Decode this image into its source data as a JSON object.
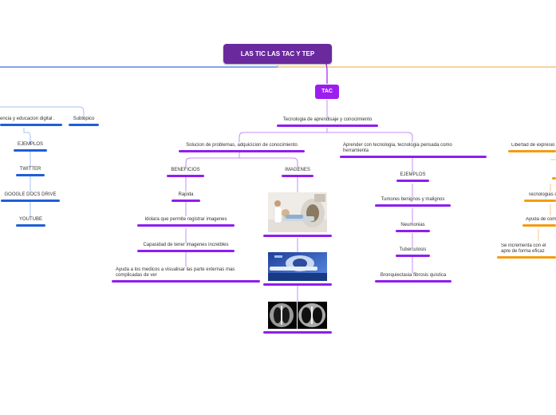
{
  "central_topic": "LAS TIC LAS TAC Y TEP",
  "tac": {
    "label": "TAC",
    "main": "Tecnologia de aprendisaje y conocimiento",
    "solucion": "Solucion de problemas, adquicicion de conocimiento",
    "beneficios": {
      "label": "BENEFICIOS",
      "items": [
        "Rapida",
        "Idolara que permite registrar imagenes",
        "Capasidad de tener imagenes increibles",
        "Ayuda a los medicos a visualisar las parte externas mas complicadas de ver"
      ]
    },
    "imagenes": {
      "label": "IMAGENES",
      "pictures": [
        "ct-scanner-patient-photo",
        "ct-scanner-machine-photo",
        "chest-ct-scan-photo"
      ]
    },
    "aprender": "Aprender con tecnologia, tecnologia pensada como herramienta",
    "ejemplos": {
      "label": "EJEMPLOS",
      "items": [
        "Tumores benignos y malignos",
        "Neumonias",
        "Tuberculosis",
        "Bronquiectasia fibrosis quistica"
      ]
    }
  },
  "tic": {
    "truncated_topic": "encia y educacion digital .",
    "subtopic": "Subtopico",
    "ejemplos_label": "EJEMPLOS",
    "items": [
      "TWITTER",
      "GOOGLE DOCS DRIVE",
      "YOUTUBE"
    ]
  },
  "tep": {
    "libertad": "Libertad de expresio",
    "tecnologias": "Tecnologias d",
    "ayuda": "Ayuda de com",
    "incrementa": "Se incrementa con el apre de forma eficaz"
  },
  "colors": {
    "central": "#6a2a9e",
    "tac": "#9b1df0",
    "tic": "#1f5fd9",
    "tep": "#f39c12"
  }
}
